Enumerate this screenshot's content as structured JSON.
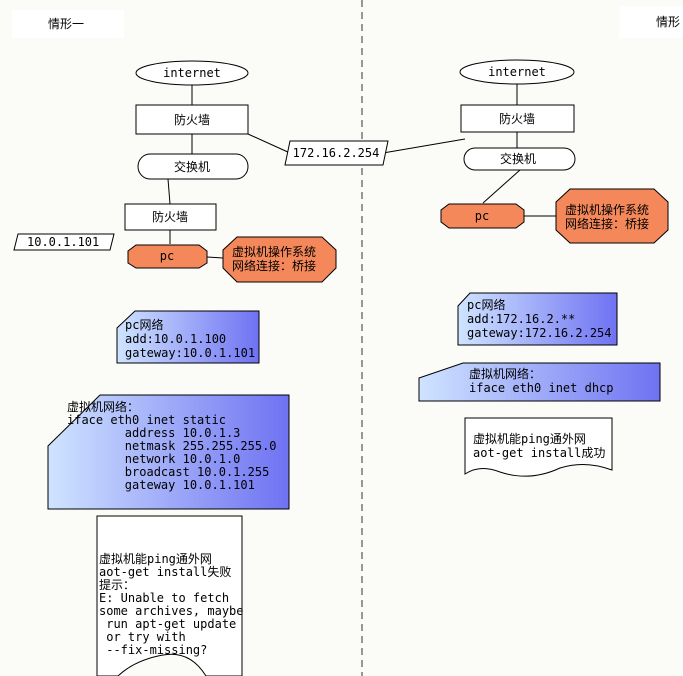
{
  "left": {
    "title": "情形一",
    "internet": "internet",
    "firewall": "防火墙",
    "switch": "交换机",
    "firewall2": "防火墙",
    "ip_label": "10.0.1.101",
    "pc": "pc",
    "vm_note": [
      "虚拟机操作系统",
      "网络连接：桥接"
    ],
    "pc_network": [
      "pc网络",
      "add:10.0.1.100",
      "gateway:10.0.1.101"
    ],
    "vm_network": [
      "虚拟机网络：",
      "iface eth0 inet static",
      "        address 10.0.1.3",
      "        netmask 255.255.255.0",
      "        network 10.0.1.0",
      "        broadcast 10.0.1.255",
      "        gateway 10.0.1.101"
    ],
    "result": [
      "虚拟机能ping通外网",
      "aot-get install失败",
      "提示：",
      "E: Unable to fetch",
      "some archives, maybe",
      " run apt-get update",
      " or try with",
      " --fix-missing?"
    ]
  },
  "shared_ip": "172.16.2.254",
  "right": {
    "title": "情形",
    "internet": "internet",
    "firewall": "防火墙",
    "switch": "交换机",
    "pc": "pc",
    "vm_note": [
      "虚拟机操作系统",
      "网络连接：桥接"
    ],
    "pc_network": [
      "pc网络",
      "add:172.16.2.**",
      "gateway:172.16.2.254"
    ],
    "vm_network": [
      "虚拟机网络：",
      "iface eth0 inet dhcp"
    ],
    "result": [
      "虚拟机能ping通外网",
      "aot-get install成功"
    ]
  },
  "colors": {
    "orange": "#f4885a",
    "blue_light": "#cfe4ff",
    "blue_dark": "#6f72f2"
  }
}
